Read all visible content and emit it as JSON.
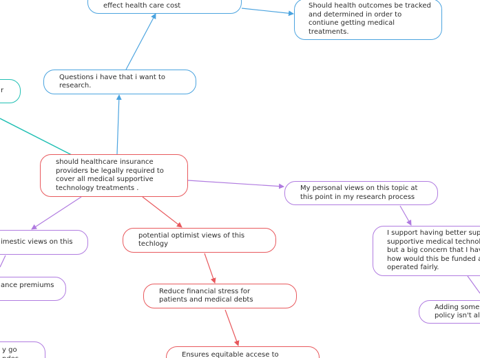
{
  "colors": {
    "blue": "#4aa3df",
    "red": "#e8585c",
    "purple": "#b07be0",
    "teal": "#1fbfb3"
  },
  "nodes": {
    "central": "should healthcare insurance\nproviders be legally required to\ncover all medical supportive\ntechnology treatments .",
    "questions": "Questions i have that i want to\nresearch.",
    "q_cost": "How do coverage laws\neffect health care cost",
    "q_outcomes": "Should health outcomes be tracked\nand determined in order to\ncontiune getting medical\ntreatments.",
    "teal_node": "r",
    "pessimist": "imestic views on this",
    "premiums": "ance premiums",
    "bottom_left": "y go\nndes",
    "optimist": "potential optimist views of this\ntechlogy",
    "financial": "Reduce financial stress for\npatients and medical debts",
    "equitable": "Ensures equitable accese to",
    "personal": "My personal views on this topic at\nthis point in my research process",
    "support": "I support having better sup\nsupportive medical technolo\nbut a big concern that I hav\nhow would this be funded a\noperated fairly.",
    "adding": "Adding some\npolicy isn't al"
  }
}
